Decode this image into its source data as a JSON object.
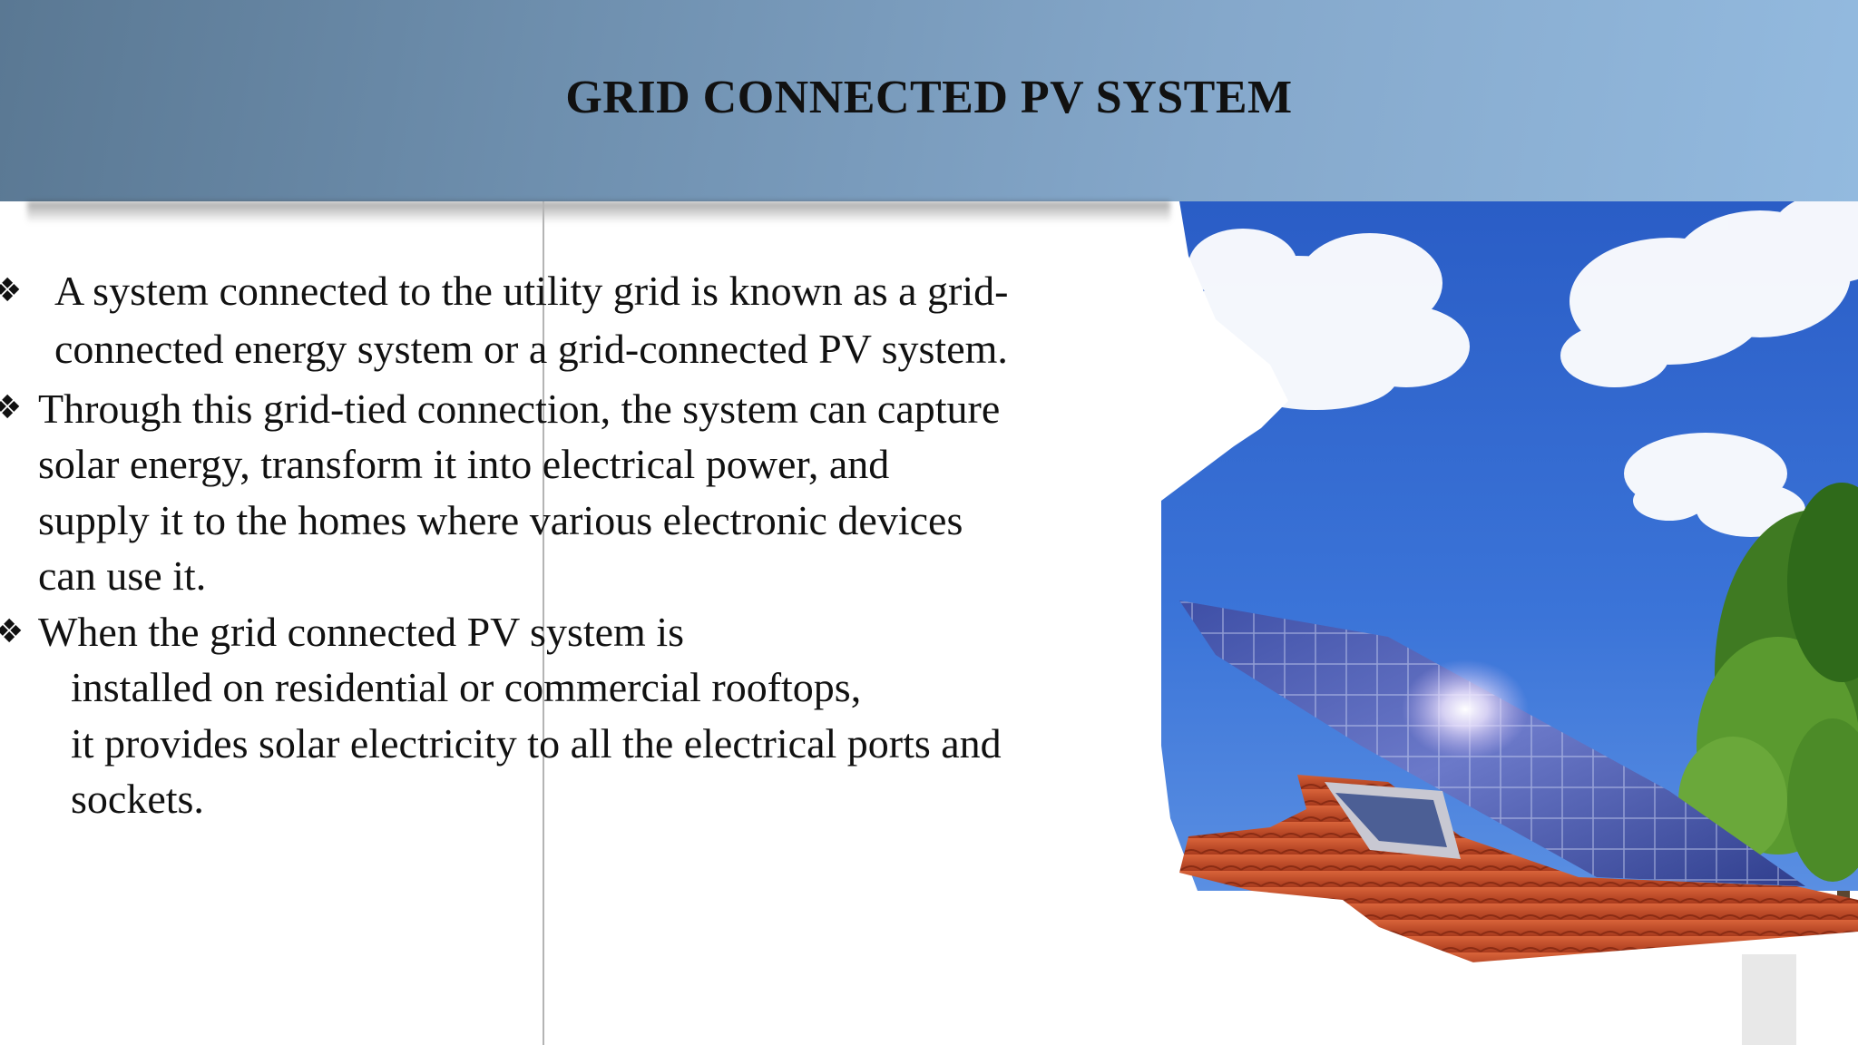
{
  "slide": {
    "title": "GRID CONNECTED PV SYSTEM"
  },
  "bullets": [
    {
      "lines": [
        "A system connected to the utility grid is known as a grid-",
        "connected energy system or a grid-connected PV system."
      ]
    },
    {
      "lines": [
        "Through this grid-tied connection, the system can capture",
        "solar energy, transform it into electrical power, and",
        "supply it to the homes where various electronic devices",
        "can use it."
      ]
    },
    {
      "lines": [
        "When the grid connected PV system is",
        "installed on residential or commercial rooftops,",
        "it provides solar electricity to all the electrical ports and",
        "sockets."
      ]
    }
  ],
  "bullet_glyph": "❖",
  "icons": {
    "bullet": "four-diamond-bullet-icon"
  },
  "colors": {
    "header_start": "#5a7893",
    "header_end": "#93badf",
    "text": "#111111",
    "sky": "#2f63c9",
    "roof_tiles": "#c8502c",
    "foliage": "#4f8a2a"
  }
}
